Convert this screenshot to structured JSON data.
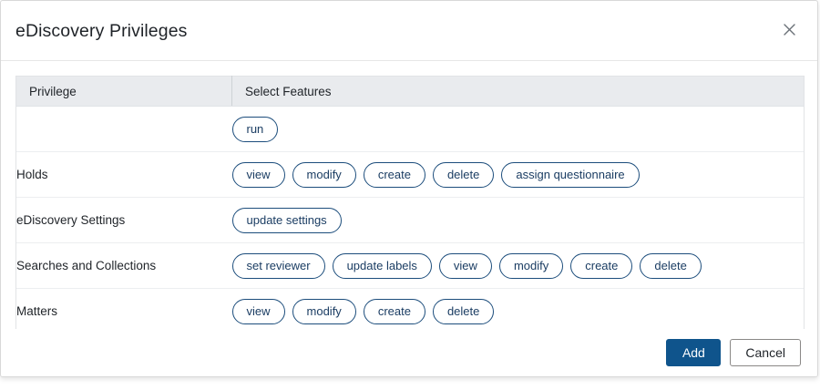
{
  "dialog": {
    "title": "eDiscovery Privileges",
    "close_icon": "close-icon"
  },
  "table": {
    "columns": {
      "privilege": "Privilege",
      "features": "Select Features"
    },
    "rows": [
      {
        "privilege": "",
        "features": [
          "run"
        ]
      },
      {
        "privilege": "Holds",
        "features": [
          "view",
          "modify",
          "create",
          "delete",
          "assign questionnaire"
        ]
      },
      {
        "privilege": "eDiscovery Settings",
        "features": [
          "update settings"
        ]
      },
      {
        "privilege": "Searches and Collections",
        "features": [
          "set reviewer",
          "update labels",
          "view",
          "modify",
          "create",
          "delete"
        ]
      },
      {
        "privilege": "Matters",
        "features": [
          "view",
          "modify",
          "create",
          "delete"
        ]
      }
    ]
  },
  "footer": {
    "add_label": "Add",
    "cancel_label": "Cancel"
  },
  "colors": {
    "primary": "#0f548c",
    "pill_border": "#1c4d7c",
    "pill_text": "#1b3d63",
    "header_bg": "#e9ebee"
  }
}
